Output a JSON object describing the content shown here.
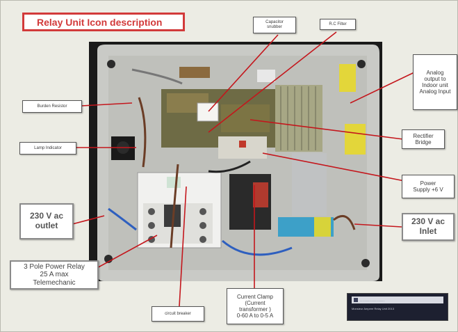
{
  "title": "Relay Unit   Icon description",
  "labels": {
    "capacitor": "Capacitor\nsnubber",
    "rc_filter": "R.C Filter",
    "analog": "Analog\noutput to\nIndoor unit\nAnalog Input",
    "burden_resistor": "Burden Resistor",
    "lamp_indicator": "Lamp Indicator",
    "rectifier": "Rectifier\nBridge",
    "power_supply": "Power\nSupply  +6 V",
    "outlet": "230 V  ac\noutlet",
    "inlet": "230 V  ac\nInlet",
    "power_relay": "3 Pole Power Relay\n25 A max\nTelemechanic",
    "circuit_breaker": "circuit breaker",
    "current_clamp": "Current Clamp\n(Current\ntransformer )\n0-60 A to 0-5 A"
  },
  "footer": {
    "line": "................................",
    "caption": "Monsieur Ampere  Relay Unit  2013"
  },
  "colors": {
    "title_red": "#d23a3a",
    "arrow_red": "#c4161c",
    "enclosure": "#c4c5c2",
    "relay_body": "#f2f2f0",
    "pcb": "#6e6b45",
    "terminal_blue": "#3da0c8",
    "terminal_yellow": "#d7d33a"
  }
}
